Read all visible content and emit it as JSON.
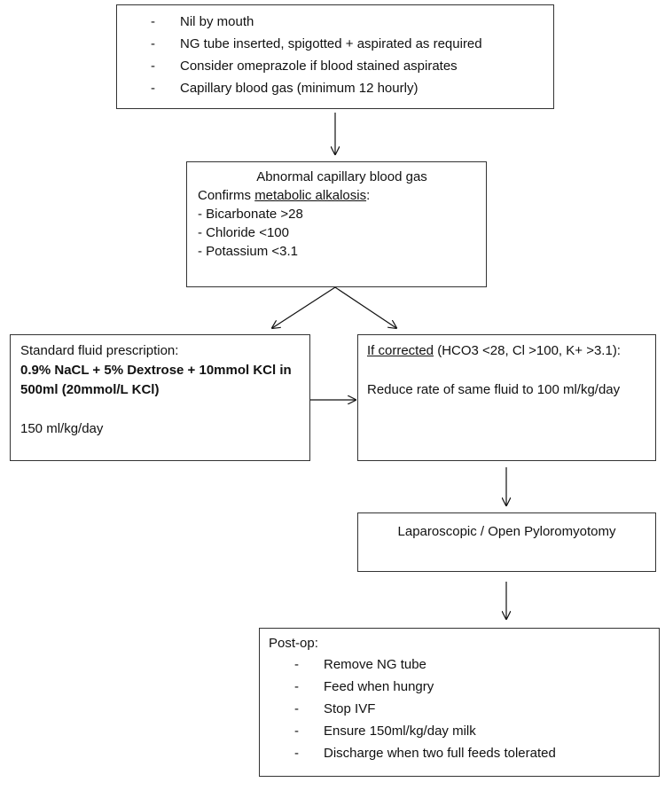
{
  "box1": {
    "items": [
      "Nil by mouth",
      "NG tube inserted, spigotted + aspirated as required",
      "Consider omeprazole if blood stained aspirates",
      "Capillary blood gas (minimum 12 hourly)"
    ]
  },
  "box2": {
    "title": "Abnormal capillary blood gas",
    "confirms_prefix": "Confirms ",
    "confirms_term": "metabolic alkalosis",
    "confirms_suffix": ":",
    "items": [
      "- Bicarbonate >28",
      "- Chloride <100",
      "- Potassium <3.1"
    ]
  },
  "box3": {
    "title": "Standard fluid prescription:",
    "bold_line1": "0.9% NaCL + 5% Dextrose + 10mmol KCl in",
    "bold_line2": "500ml (20mmol/L KCl)",
    "rate": "150 ml/kg/day"
  },
  "box4": {
    "label_underlined": "If corrected",
    "label_rest": " (HCO3 <28, Cl >100, K+ >3.1):",
    "text": "Reduce rate of same fluid to 100 ml/kg/day"
  },
  "box5": {
    "text": "Laparoscopic / Open Pyloromyotomy"
  },
  "box6": {
    "title": "Post-op:",
    "items": [
      "Remove NG tube",
      "Feed when hungry",
      "Stop IVF",
      "Ensure 150ml/kg/day milk",
      "Discharge when two full feeds tolerated"
    ]
  }
}
